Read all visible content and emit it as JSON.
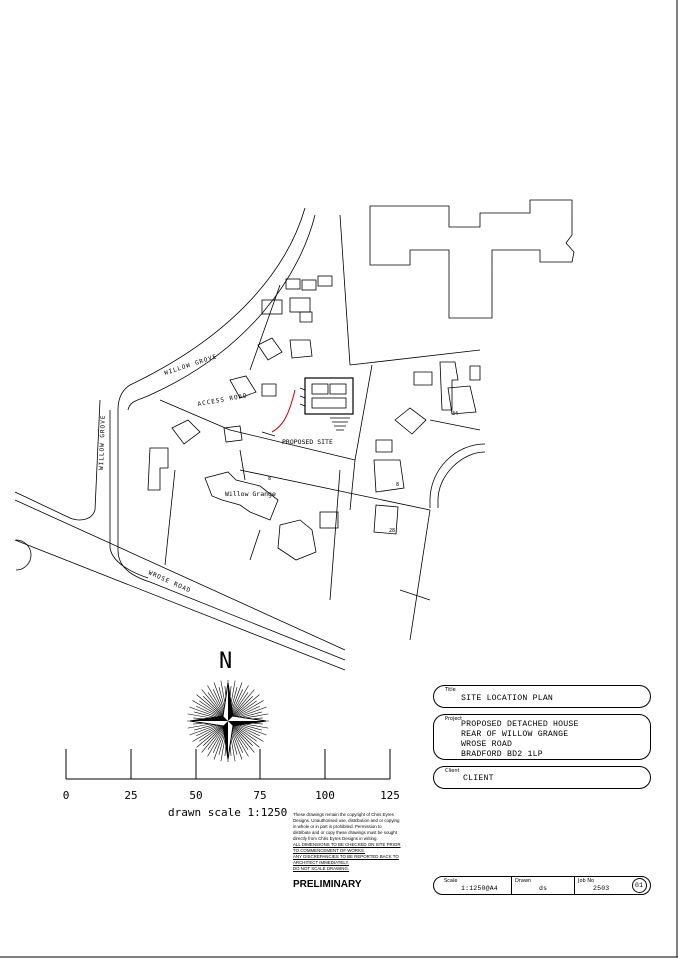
{
  "map": {
    "road_willow_grove_curve": "WILLOW GROVE",
    "road_willow_grove_vertical": "WILLOW GROVE",
    "road_access": "ACCESS ROAD",
    "road_wrose": "WROSE ROAD",
    "label_proposed_site": "PROPOSED SITE",
    "label_willow_grange": "Willow Grange",
    "plot_34": "34",
    "plot_8a": "8",
    "plot_8b": "8",
    "plot_28": "28",
    "north": "N"
  },
  "scale_bar": {
    "ticks": [
      "0",
      "25",
      "50",
      "75",
      "100",
      "125"
    ],
    "caption": "drawn scale 1:1250"
  },
  "title_block": {
    "title_tag": "Title",
    "title_value": "SITE LOCATION PLAN",
    "project_tag": "Project",
    "project_lines": [
      "PROPOSED DETACHED HOUSE",
      "REAR OF WILLOW GRANGE",
      "WROSE ROAD",
      "BRADFORD BD2 1LP"
    ],
    "client_tag": "Client",
    "client_value": "CLIENT",
    "scale_tag": "Scale",
    "scale_value": "1:1250@A4",
    "drawn_tag": "Drawn",
    "drawn_value": "ds",
    "job_tag": "Job No",
    "job_value": "2503",
    "revision": "01"
  },
  "notes": {
    "lines": [
      "These drawings remain the copyright of Chris Eyres",
      "Designs. Unauthorised use, distribution and or copying",
      "in whole or in part is prohibited. Permission to",
      "distribute and or copy these drawings must be sought",
      "directly from Chris Eyres Designs in writing."
    ],
    "underlined": [
      "ALL DIMENSIONS TO BE CHECKED ON SITE PRIOR",
      "TO COMMENCEMENT OF WORKS.",
      "ANY DISCREPANCIES TO BE REPORTED BACK TO",
      "ARCHITECT IMMEDIATELY.",
      "DO NOT SCALE DRAWING."
    ],
    "status": "PRELIMINARY"
  }
}
